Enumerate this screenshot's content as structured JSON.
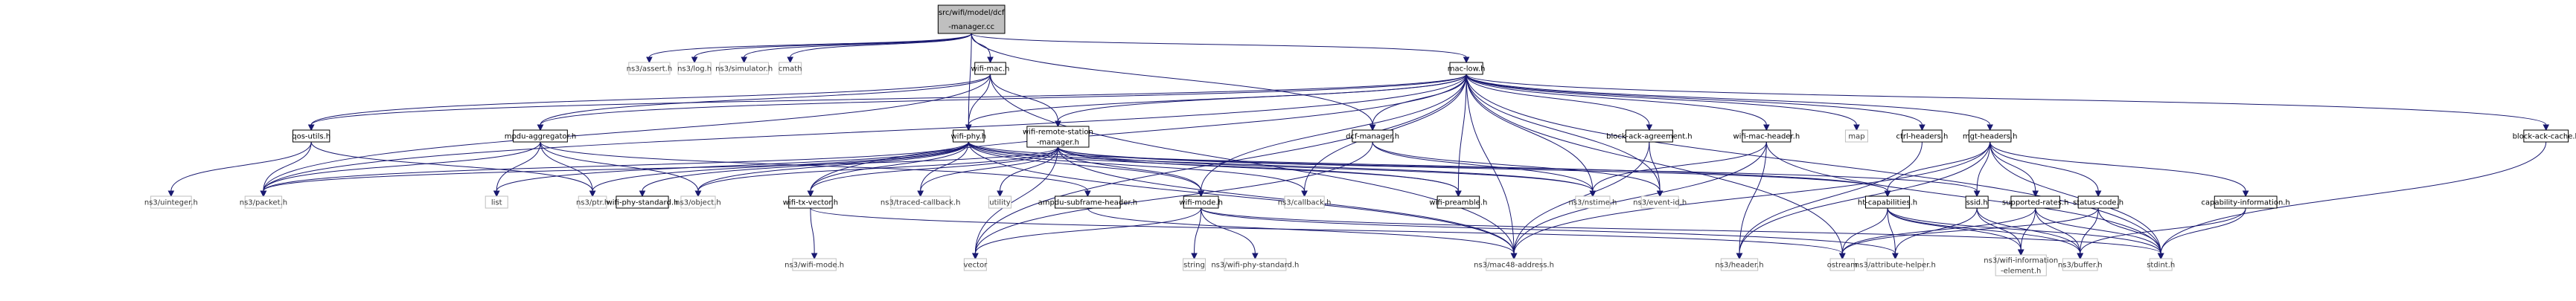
{
  "nodes": {
    "root": [
      "src/wifi/model/dcf",
      "-manager.cc"
    ],
    "assert": [
      "ns3/assert.h"
    ],
    "log": [
      "ns3/log.h"
    ],
    "simulator": [
      "ns3/simulator.h"
    ],
    "cmath": [
      "cmath"
    ],
    "wifimac": [
      "wifi-mac.h"
    ],
    "maclow": [
      "mac-low.h"
    ],
    "qosutils": [
      "qos-utils.h"
    ],
    "mpdu": [
      "mpdu-aggregator.h"
    ],
    "wifiphy": [
      "wifi-phy.h"
    ],
    "wrsm": [
      "wifi-remote-station",
      "-manager.h"
    ],
    "dcfmgr": [
      "dcf-manager.h"
    ],
    "baagr": [
      "block-ack-agreement.h"
    ],
    "wmachdr": [
      "wifi-mac-header.h"
    ],
    "map": [
      "map"
    ],
    "ctrl": [
      "ctrl-headers.h"
    ],
    "mgt": [
      "mgt-headers.h"
    ],
    "bacache": [
      "block-ack-cache.h"
    ],
    "uinteger": [
      "ns3/uinteger.h"
    ],
    "packet": [
      "ns3/packet.h"
    ],
    "list": [
      "list"
    ],
    "ptr": [
      "ns3/ptr.h"
    ],
    "wps": [
      "wifi-phy-standard.h"
    ],
    "object": [
      "ns3/object.h"
    ],
    "wtxv": [
      "wifi-tx-vector.h"
    ],
    "traced": [
      "ns3/traced-callback.h"
    ],
    "utility": [
      "utility"
    ],
    "amhdr": [
      "ampdu-subframe-header.h"
    ],
    "wmode": [
      "wifi-mode.h"
    ],
    "callback": [
      "ns3/callback.h"
    ],
    "preamble": [
      "wifi-preamble.h"
    ],
    "nstime": [
      "ns3/nstime.h"
    ],
    "eventid": [
      "ns3/event-id.h"
    ],
    "htcap": [
      "ht-capabilities.h"
    ],
    "ssid": [
      "ssid.h"
    ],
    "suprates": [
      "supported-rates.h"
    ],
    "status": [
      "status-code.h"
    ],
    "capinfo": [
      "capability-information.h"
    ],
    "ns3wmode": [
      "ns3/wifi-mode.h"
    ],
    "vector": [
      "vector"
    ],
    "string": [
      "string"
    ],
    "ns3wps": [
      "ns3/wifi-phy-standard.h"
    ],
    "mac48": [
      "ns3/mac48-address.h"
    ],
    "header": [
      "ns3/header.h"
    ],
    "ostream": [
      "ostream"
    ],
    "attrhelper": [
      "ns3/attribute-helper.h"
    ],
    "infoel": [
      "ns3/wifi-information",
      "-element.h"
    ],
    "buffer": [
      "ns3/buffer.h"
    ],
    "stdint": [
      "stdint.h"
    ]
  },
  "edges": [
    [
      "root",
      "assert"
    ],
    [
      "root",
      "log"
    ],
    [
      "root",
      "simulator"
    ],
    [
      "root",
      "cmath"
    ],
    [
      "root",
      "wifimac"
    ],
    [
      "root",
      "maclow"
    ],
    [
      "root",
      "dcfmgr"
    ],
    [
      "root",
      "wifiphy"
    ],
    [
      "wifimac",
      "qosutils"
    ],
    [
      "wifimac",
      "wifiphy"
    ],
    [
      "wifimac",
      "wrsm"
    ],
    [
      "wifimac",
      "packet"
    ],
    [
      "wifimac",
      "mac48"
    ],
    [
      "wifimac",
      "mpdu"
    ],
    [
      "maclow",
      "qosutils"
    ],
    [
      "maclow",
      "wifiphy"
    ],
    [
      "maclow",
      "wrsm"
    ],
    [
      "maclow",
      "dcfmgr"
    ],
    [
      "maclow",
      "baagr"
    ],
    [
      "maclow",
      "wmachdr"
    ],
    [
      "maclow",
      "map"
    ],
    [
      "maclow",
      "ctrl"
    ],
    [
      "maclow",
      "mgt"
    ],
    [
      "maclow",
      "bacache"
    ],
    [
      "maclow",
      "wmode"
    ],
    [
      "maclow",
      "callback"
    ],
    [
      "maclow",
      "preamble"
    ],
    [
      "maclow",
      "nstime"
    ],
    [
      "maclow",
      "eventid"
    ],
    [
      "maclow",
      "packet"
    ],
    [
      "maclow",
      "mac48"
    ],
    [
      "maclow",
      "vector"
    ],
    [
      "maclow",
      "stdint"
    ],
    [
      "maclow",
      "ostream"
    ],
    [
      "maclow",
      "wtxv"
    ],
    [
      "maclow",
      "mpdu"
    ],
    [
      "qosutils",
      "uinteger"
    ],
    [
      "qosutils",
      "packet"
    ],
    [
      "qosutils",
      "ptr"
    ],
    [
      "mpdu",
      "packet"
    ],
    [
      "mpdu",
      "list"
    ],
    [
      "mpdu",
      "ptr"
    ],
    [
      "mpdu",
      "object"
    ],
    [
      "mpdu",
      "amhdr"
    ],
    [
      "wifiphy",
      "wps"
    ],
    [
      "wifiphy",
      "wtxv"
    ],
    [
      "wifiphy",
      "traced"
    ],
    [
      "wifiphy",
      "wmode"
    ],
    [
      "wifiphy",
      "callback"
    ],
    [
      "wifiphy",
      "preamble"
    ],
    [
      "wifiphy",
      "nstime"
    ],
    [
      "wifiphy",
      "object"
    ],
    [
      "wifiphy",
      "packet"
    ],
    [
      "wifiphy",
      "ptr"
    ],
    [
      "wifiphy",
      "list"
    ],
    [
      "wifiphy",
      "mac48"
    ],
    [
      "wifiphy",
      "htcap"
    ],
    [
      "wrsm",
      "wtxv"
    ],
    [
      "wrsm",
      "wmode"
    ],
    [
      "wrsm",
      "utility"
    ],
    [
      "wrsm",
      "traced"
    ],
    [
      "wrsm",
      "nstime"
    ],
    [
      "wrsm",
      "object"
    ],
    [
      "wrsm",
      "packet"
    ],
    [
      "wrsm",
      "ssid"
    ],
    [
      "wrsm",
      "preamble"
    ],
    [
      "wrsm",
      "vector"
    ],
    [
      "wrsm",
      "mac48"
    ],
    [
      "wrsm",
      "htcap"
    ],
    [
      "dcfmgr",
      "nstime"
    ],
    [
      "dcfmgr",
      "eventid"
    ],
    [
      "dcfmgr",
      "vector"
    ],
    [
      "baagr",
      "eventid"
    ],
    [
      "baagr",
      "mac48"
    ],
    [
      "wmachdr",
      "mac48"
    ],
    [
      "wmachdr",
      "nstime"
    ],
    [
      "wmachdr",
      "header"
    ],
    [
      "wmachdr",
      "stdint"
    ],
    [
      "ctrl",
      "header"
    ],
    [
      "mgt",
      "htcap"
    ],
    [
      "mgt",
      "ssid"
    ],
    [
      "mgt",
      "suprates"
    ],
    [
      "mgt",
      "status"
    ],
    [
      "mgt",
      "capinfo"
    ],
    [
      "mgt",
      "header"
    ],
    [
      "mgt",
      "mac48"
    ],
    [
      "mgt",
      "stdint"
    ],
    [
      "bacache",
      "stdint"
    ],
    [
      "wtxv",
      "ns3wmode"
    ],
    [
      "wtxv",
      "ostream"
    ],
    [
      "amhdr",
      "mac48"
    ],
    [
      "wmode",
      "vector"
    ],
    [
      "wmode",
      "string"
    ],
    [
      "wmode",
      "ns3wps"
    ],
    [
      "wmode",
      "attrhelper"
    ],
    [
      "wmode",
      "stdint"
    ],
    [
      "htcap",
      "infoel"
    ],
    [
      "htcap",
      "buffer"
    ],
    [
      "htcap",
      "stdint"
    ],
    [
      "htcap",
      "ostream"
    ],
    [
      "htcap",
      "attrhelper"
    ],
    [
      "ssid",
      "infoel"
    ],
    [
      "ssid",
      "buffer"
    ],
    [
      "ssid",
      "attrhelper"
    ],
    [
      "suprates",
      "infoel"
    ],
    [
      "suprates",
      "buffer"
    ],
    [
      "suprates",
      "stdint"
    ],
    [
      "suprates",
      "ostream"
    ],
    [
      "status",
      "buffer"
    ],
    [
      "status",
      "stdint"
    ],
    [
      "status",
      "ostream"
    ],
    [
      "capinfo",
      "buffer"
    ],
    [
      "capinfo",
      "stdint"
    ]
  ],
  "colors": {
    "edge": "#191970",
    "root_fill": "#bfbfbf",
    "border": "#000000",
    "ext_border": "#bfbfbf",
    "node_fill": "#ffffff"
  }
}
